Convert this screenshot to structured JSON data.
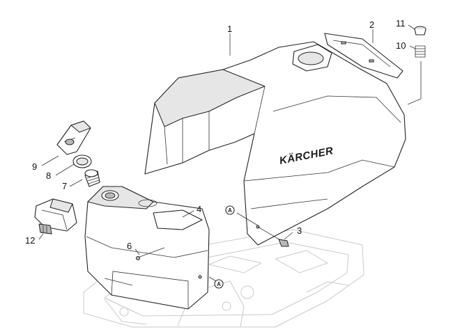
{
  "diagram": {
    "brand_text": "KÄRCHER",
    "marker_text": "A",
    "part_labels": {
      "p1": "1",
      "p2": "2",
      "p3": "3",
      "p4": "4",
      "p6": "6",
      "p7": "7",
      "p8": "8",
      "p9": "9",
      "p10": "10",
      "p11": "11",
      "p12": "12"
    }
  }
}
